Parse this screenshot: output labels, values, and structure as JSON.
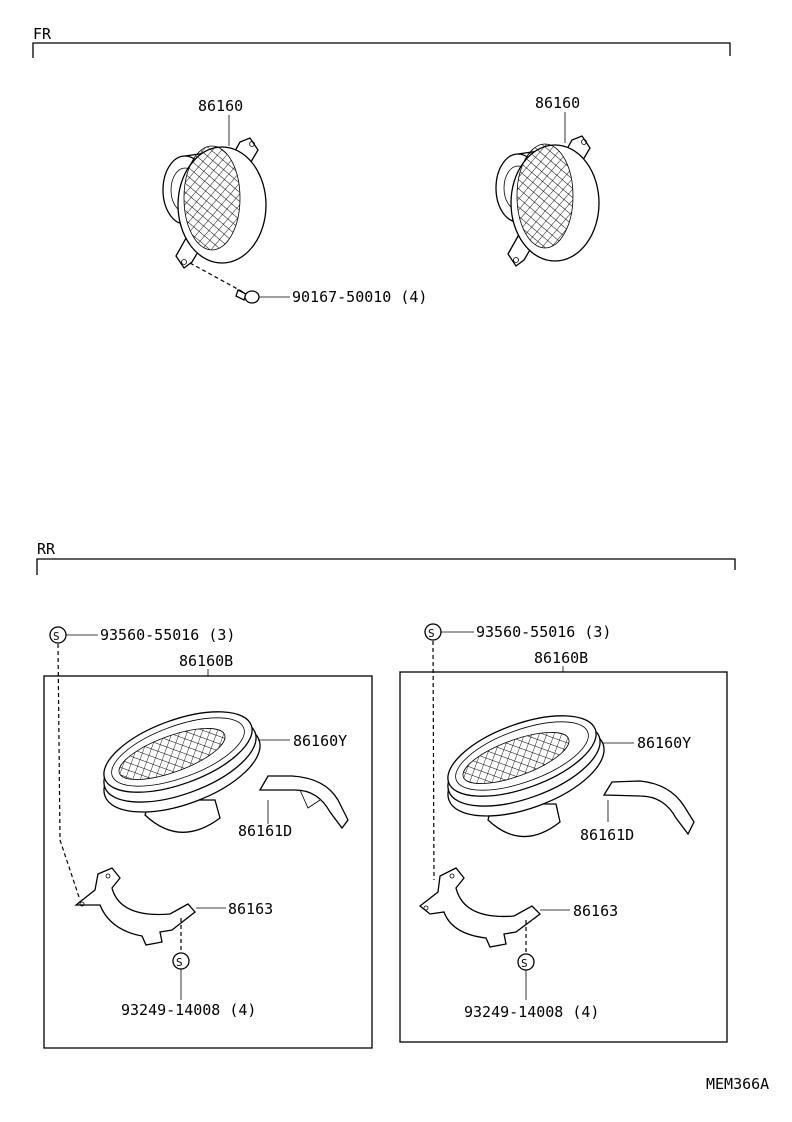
{
  "sections": {
    "front": {
      "label": "FR"
    },
    "rear": {
      "label": "RR"
    }
  },
  "front": {
    "left_speaker_part": "86160",
    "right_speaker_part": "86160",
    "screw_part": "90167-50010 (4)"
  },
  "rear_left": {
    "clip_part": "93560-55016 (3)",
    "assembly_part": "86160B",
    "gasket_part": "86160Y",
    "bracket_part": "86161D",
    "lower_bracket_part": "86163",
    "screw_part": "93249-14008 (4)",
    "clip_symbol": "S",
    "screw_symbol": "S"
  },
  "rear_right": {
    "clip_part": "93560-55016 (3)",
    "assembly_part": "86160B",
    "gasket_part": "86160Y",
    "bracket_part": "86161D",
    "lower_bracket_part": "86163",
    "screw_part": "93249-14008 (4)",
    "clip_symbol": "S",
    "screw_symbol": "S"
  },
  "figure_code": "MEM366A",
  "icons": [
    "speaker-icon",
    "bracket-icon",
    "screw-icon",
    "clip-icon"
  ]
}
